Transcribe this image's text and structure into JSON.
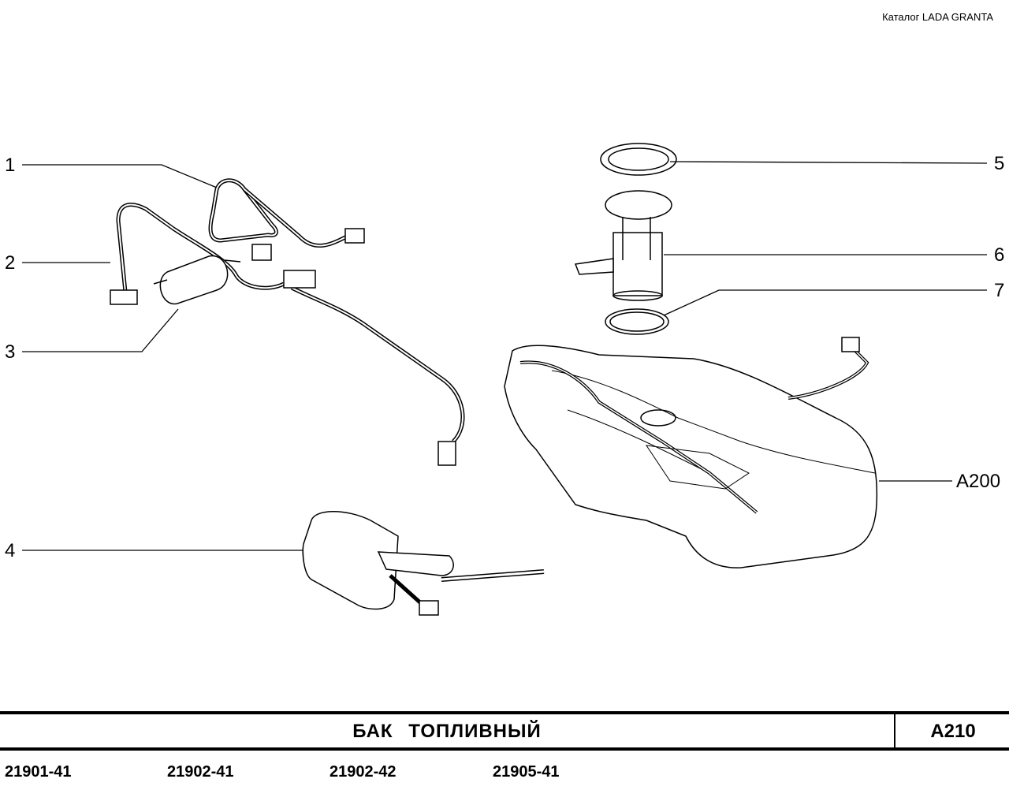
{
  "header": {
    "catalog": "Каталог  LADA  GRANTA"
  },
  "callouts": {
    "c1": "1",
    "c2": "2",
    "c3": "3",
    "c4": "4",
    "c5": "5",
    "c6": "6",
    "c7": "7",
    "a200": "A200"
  },
  "footer": {
    "title": "БАК  ТОПЛИВНЫЙ",
    "code": "A210",
    "models": [
      "21901-41",
      "21902-41",
      "21902-42",
      "21905-41"
    ]
  }
}
